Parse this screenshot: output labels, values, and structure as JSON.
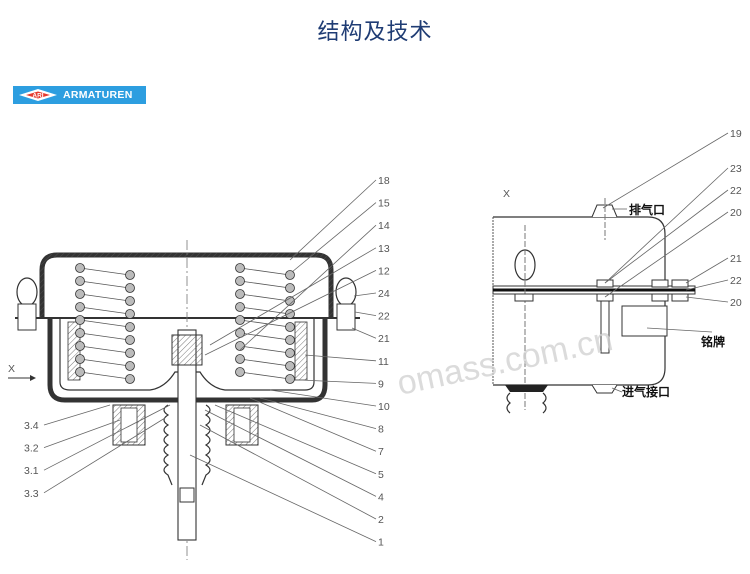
{
  "page": {
    "title": "结构及技术"
  },
  "logo": {
    "mark": "ARI",
    "text": "ARMATUREN"
  },
  "watermark": "omass.com.cn",
  "section_view": {
    "axis_label": "X",
    "right_labels": [
      "18",
      "15",
      "14",
      "13",
      "12",
      "24",
      "22",
      "21",
      "11",
      "9",
      "10",
      "8",
      "7",
      "5",
      "4",
      "2",
      "1"
    ],
    "left_labels": [
      "3.4",
      "3.2",
      "3.1",
      "3.3"
    ]
  },
  "side_view": {
    "axis_label": "X",
    "labels": [
      "19",
      "23",
      "22",
      "20",
      "21",
      "22",
      "20"
    ],
    "vent_label": "排气口",
    "nameplate_label": "铭牌",
    "inlet_label": "进气接口"
  },
  "colors": {
    "title": "#1f3c74",
    "logo_bg": "#2d9ee0",
    "logo_mark": "#e53a2f"
  }
}
